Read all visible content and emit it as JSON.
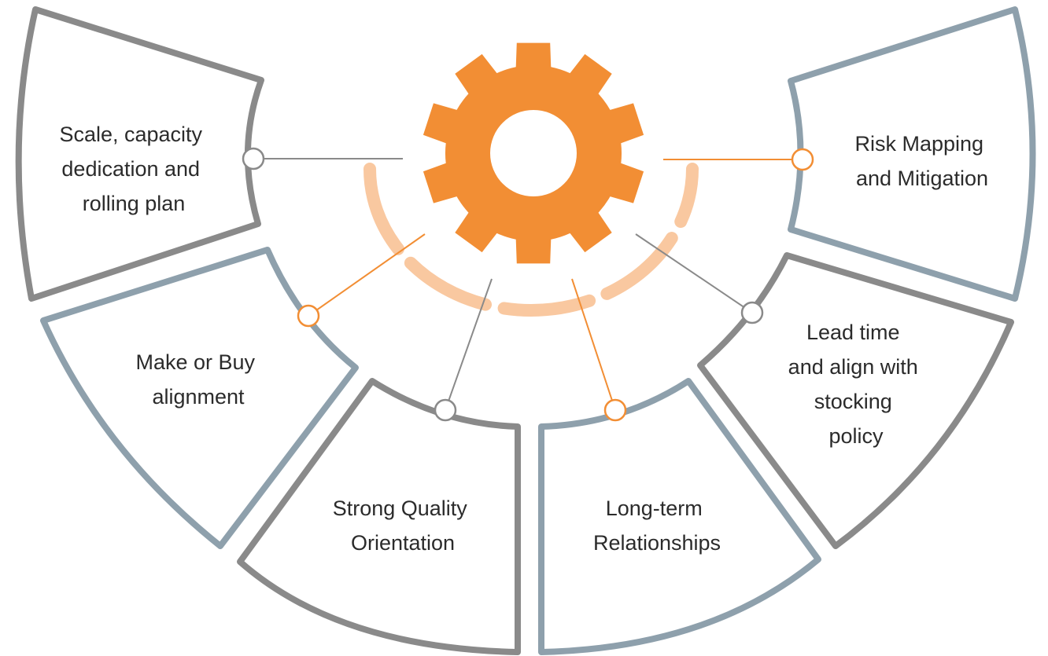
{
  "diagram": {
    "center": {
      "icon": "gear-icon",
      "color": "#f28e34"
    },
    "ring": {
      "color": "#f9c8a0"
    },
    "colors": {
      "orange": "#f28e34",
      "gray": "#8a8a8a",
      "blue_gray": "#8ea0ac",
      "text": "#2b2b2b"
    },
    "segments": [
      {
        "id": "scale",
        "lines": [
          "Scale, capacity",
          "dedication and",
          "rolling plan"
        ],
        "border": "gray",
        "connector": "gray"
      },
      {
        "id": "make-buy",
        "lines": [
          "Make or Buy",
          "alignment"
        ],
        "border": "blue_gray",
        "connector": "orange"
      },
      {
        "id": "quality",
        "lines": [
          "Strong Quality",
          "Orientation"
        ],
        "border": "gray",
        "connector": "gray"
      },
      {
        "id": "relationships",
        "lines": [
          "Long-term",
          "Relationships"
        ],
        "border": "blue_gray",
        "connector": "orange"
      },
      {
        "id": "lead-time",
        "lines": [
          "Lead time",
          "and align with",
          "stocking",
          "policy"
        ],
        "border": "gray",
        "connector": "gray"
      },
      {
        "id": "risk",
        "lines": [
          "Risk Mapping",
          "and Mitigation"
        ],
        "border": "blue_gray",
        "connector": "orange"
      }
    ]
  }
}
